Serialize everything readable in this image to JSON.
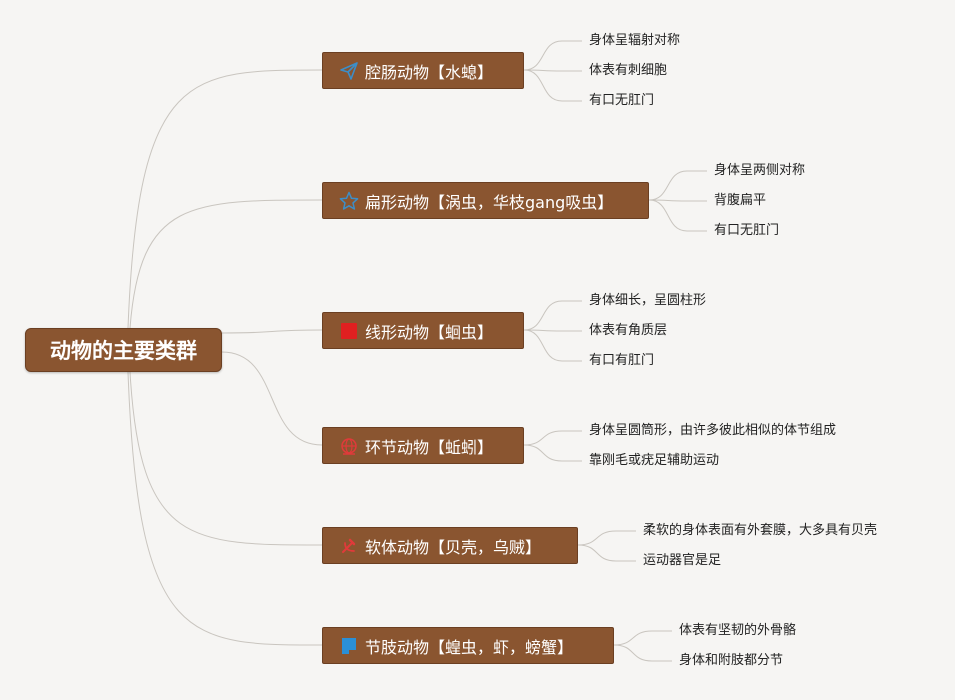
{
  "root": {
    "label": "动物的主要类群"
  },
  "colors": {
    "node_fill": "#8a5530",
    "line": "#c9c5bf",
    "background": "#f6f5f3"
  },
  "branches": [
    {
      "label": "腔肠动物【水螅】",
      "icon": "paper-plane-icon",
      "icon_color": "#3c8ec8",
      "leaves": [
        "身体呈辐射对称",
        "体表有刺细胞",
        "有口无肛门"
      ]
    },
    {
      "label": "扁形动物【涡虫，华枝gang吸虫】",
      "icon": "star-outline-icon",
      "icon_color": "#3c8ec8",
      "leaves": [
        "身体呈两侧对称",
        "背腹扁平",
        "有口无肛门"
      ]
    },
    {
      "label": "线形动物【蛔虫】",
      "icon": "red-square-icon",
      "icon_color": "#e02020",
      "leaves": [
        "身体细长，呈圆柱形",
        "体表有角质层",
        "有口有肛门"
      ]
    },
    {
      "label": "环节动物【蚯蚓】",
      "icon": "globe-icon",
      "icon_color": "#e03a3a",
      "leaves": [
        "身体呈圆筒形，由许多彼此相似的体节组成",
        "靠刚毛或疣足辅助运动"
      ]
    },
    {
      "label": "软体动物【贝壳，乌贼】",
      "icon": "hammer-sickle-icon",
      "icon_color": "#e03a3a",
      "leaves": [
        "柔软的身体表面有外套膜，大多具有贝壳",
        "运动器官是足"
      ]
    },
    {
      "label": "节肢动物【蝗虫，虾，螃蟹】",
      "icon": "blue-flag-icon",
      "icon_color": "#2b8fd6",
      "leaves": [
        "体表有坚韧的外骨骼",
        "身体和附肢都分节"
      ]
    }
  ]
}
